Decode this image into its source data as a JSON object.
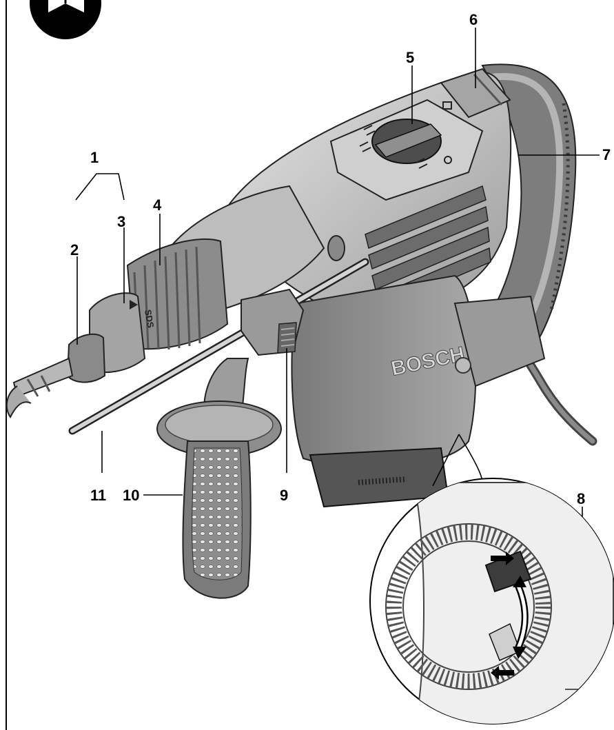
{
  "callouts": {
    "c1": "1",
    "c2": "2",
    "c3": "3",
    "c4": "4",
    "c5": "5",
    "c6": "6",
    "c7": "7",
    "c8": "8",
    "c9": "9",
    "c10": "10",
    "c11": "11"
  },
  "brand": "BOSCH",
  "chuck_marking": "SDS",
  "icons": {
    "book": "manual-book-icon",
    "arrow_right": "arrow-right-icon",
    "arrow_left": "arrow-left-icon",
    "arrow_updown": "double-arrow-icon"
  }
}
